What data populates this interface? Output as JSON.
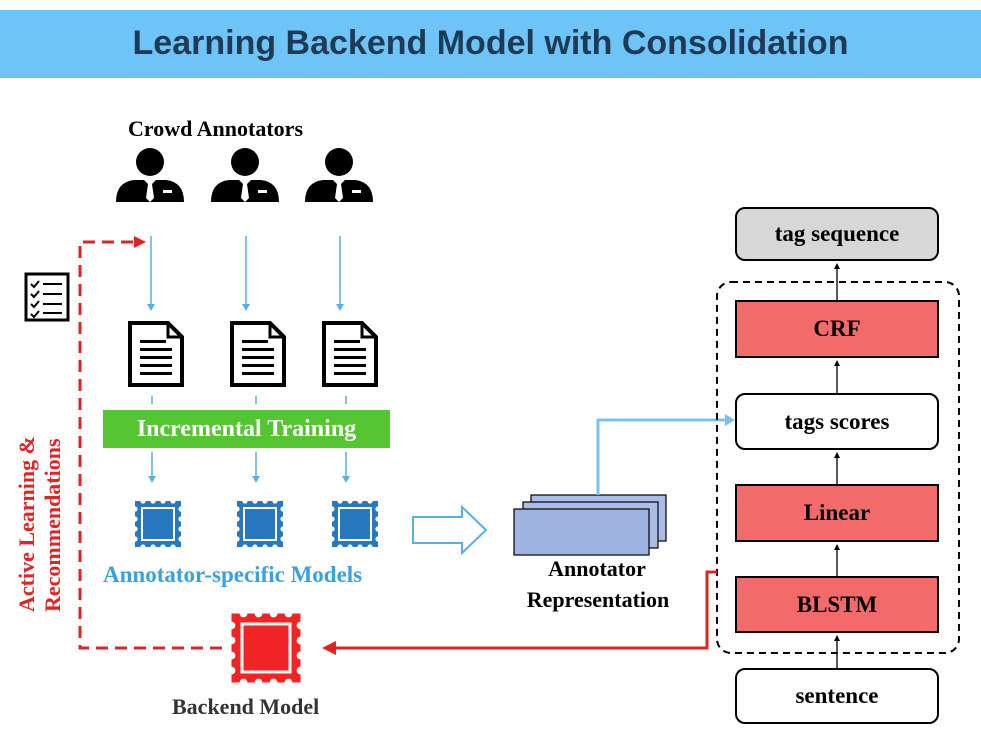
{
  "title": "Learning Backend Model with Consolidation",
  "crowd_title": "Crowd Annotators",
  "incremental_training": "Incremental Training",
  "annotator_models_label": "Annotator-specific Models",
  "annotator_representation": [
    "Annotator",
    "Representation"
  ],
  "backend_model_label": "Backend Model",
  "side_label": [
    "Active Learning &",
    "Recommendations"
  ],
  "network": {
    "output": "tag sequence",
    "crf": "CRF",
    "scores": "tags scores",
    "linear": "Linear",
    "blstm": "BLSTM",
    "input": "sentence"
  },
  "icons": {
    "annotator": "person-in-suit-icon",
    "document": "document-icon",
    "model": "stamp-model-icon",
    "backend": "backend-stamp-icon",
    "checklist": "checklist-icon"
  },
  "colors": {
    "banner": "#6ec3f7",
    "title": "#1f3a55",
    "training_bar": "#55c531",
    "model_blue": "#2878c0",
    "flow_blue": "#5aaee8",
    "layer_red": "#f26a6a",
    "backend_red": "#f02424",
    "feedback_red": "#e02424"
  }
}
